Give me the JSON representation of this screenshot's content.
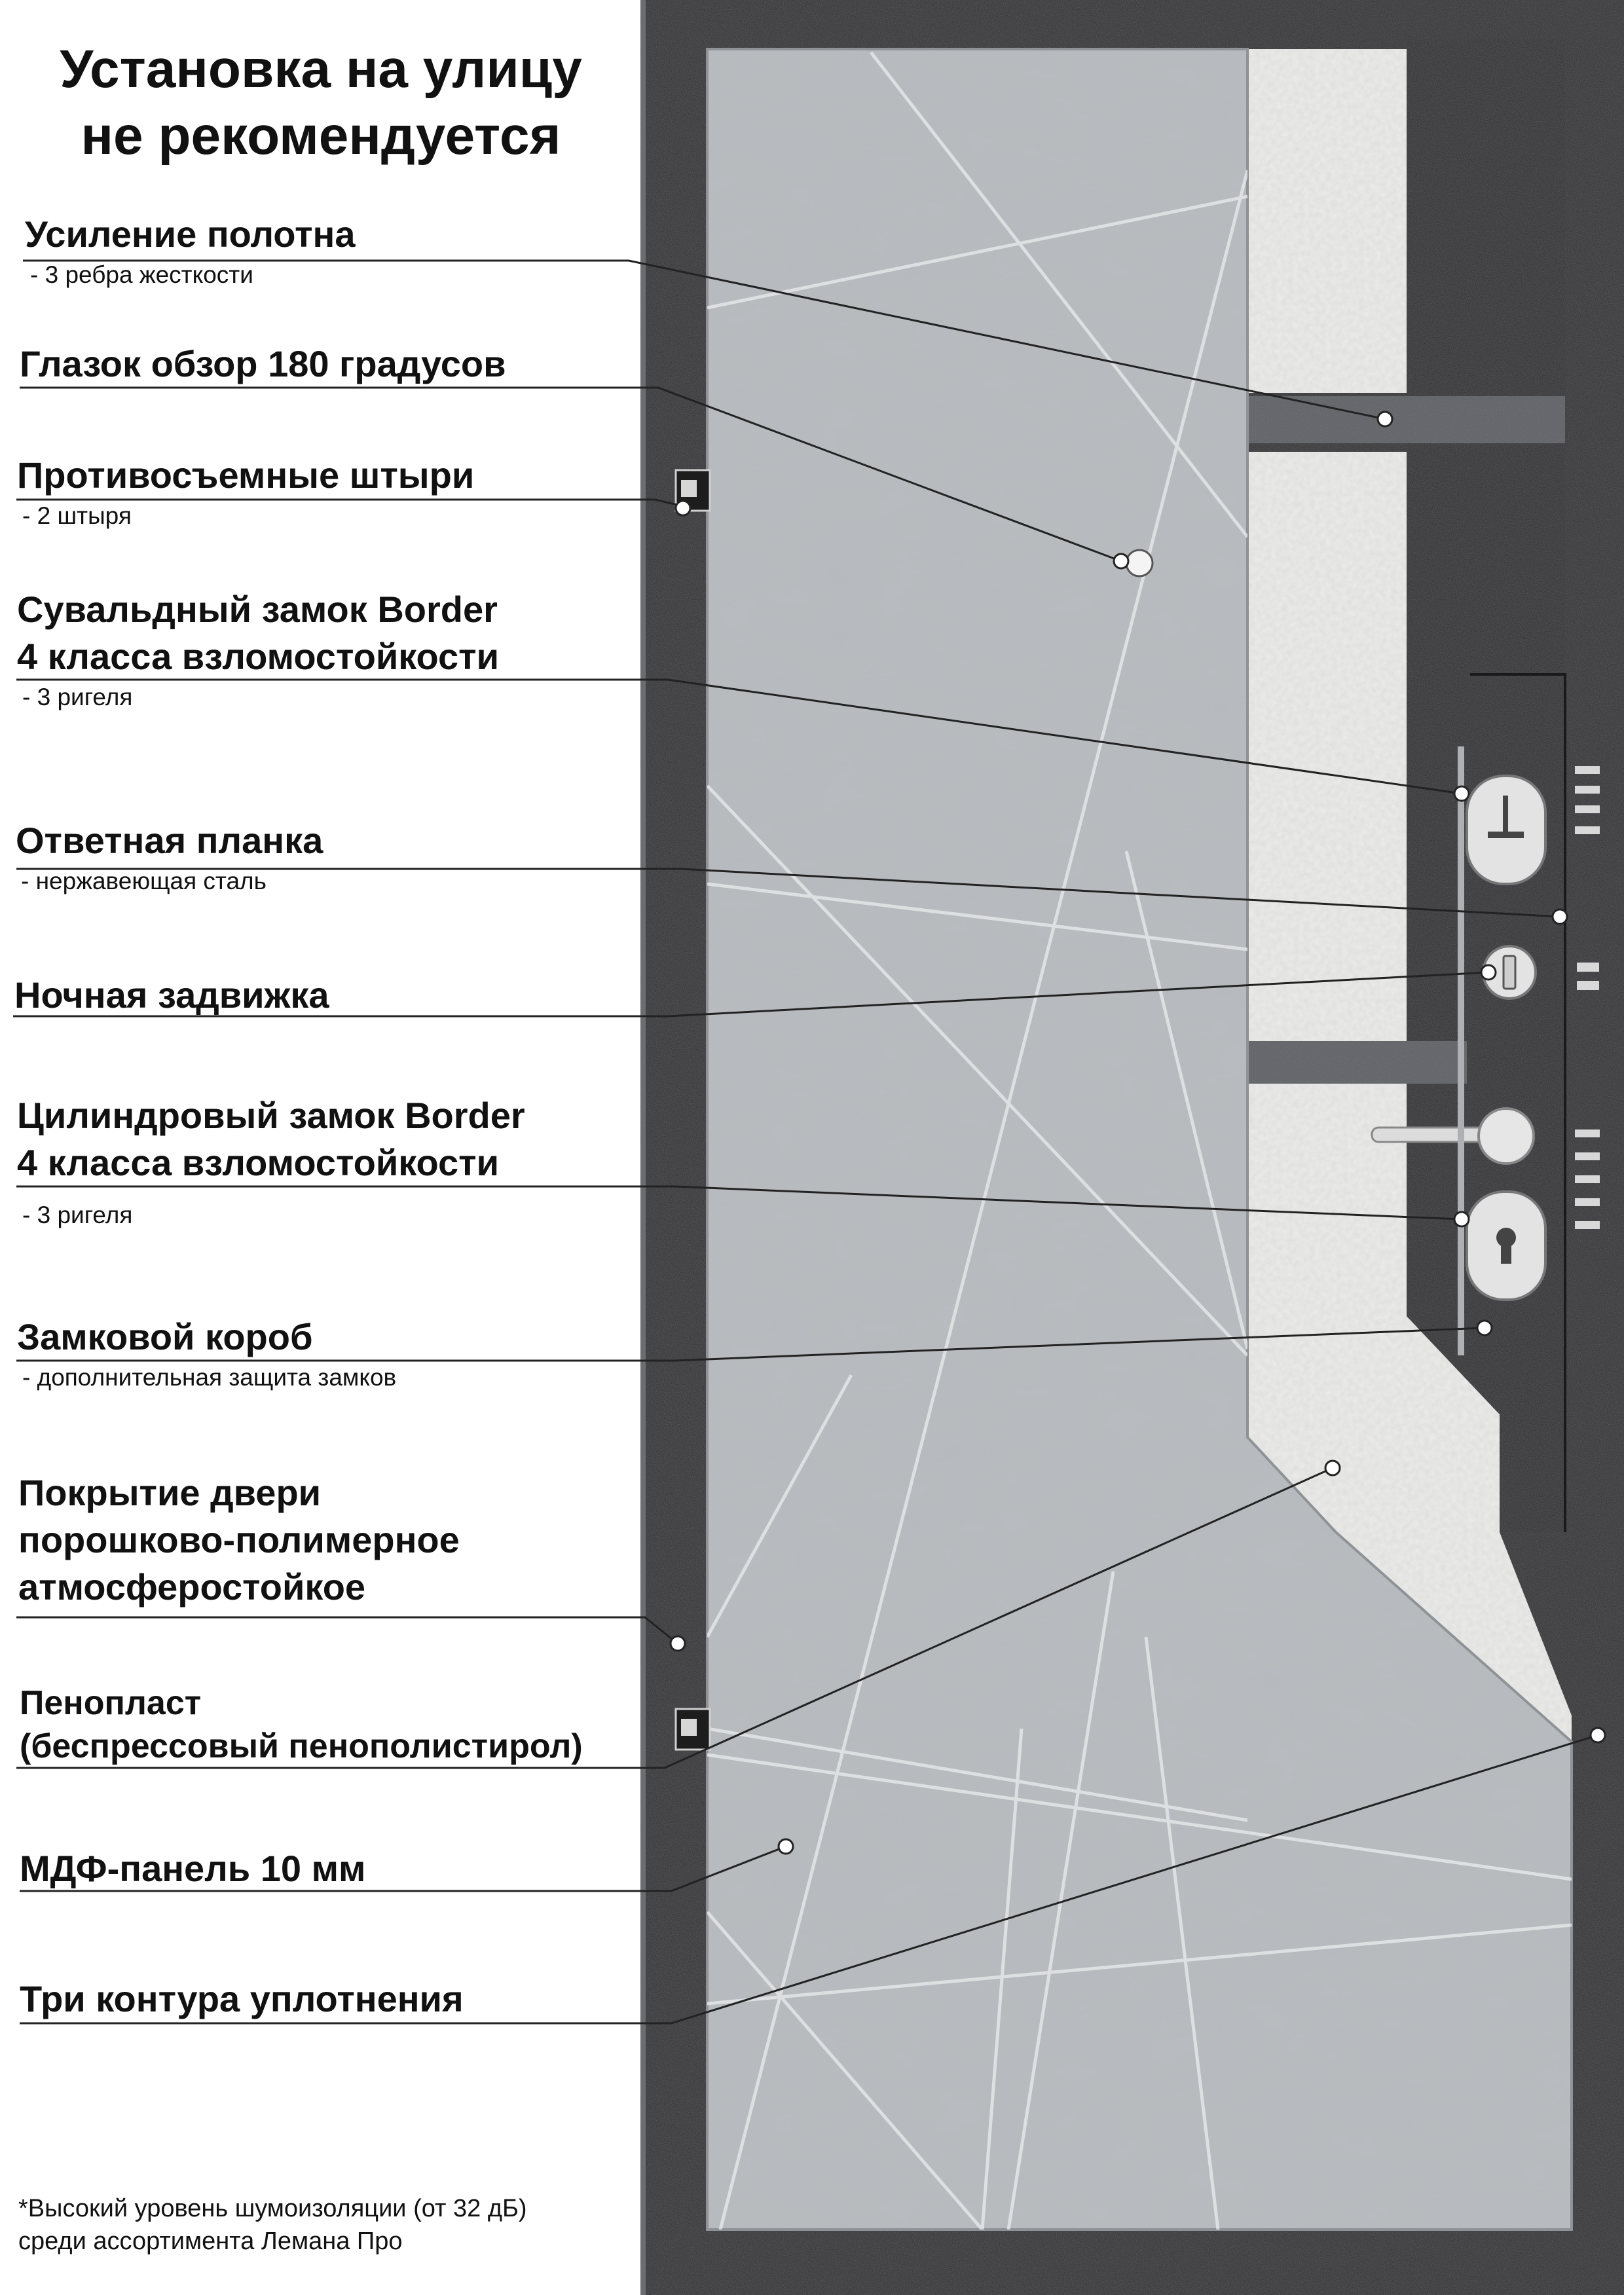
{
  "header": {
    "line1": "Установка на улицу",
    "line2": "не рекомендуется"
  },
  "callouts": [
    {
      "title": "Усиление полотна",
      "sub": "- 3 ребра жесткости"
    },
    {
      "title": "Глазок обзор 180 градусов",
      "sub": ""
    },
    {
      "title": "Противосъемные штыри",
      "sub": "- 2 штыря"
    },
    {
      "title": "Сувальдный замок Border\n4 класса взломостойкости",
      "sub": "- 3 ригеля"
    },
    {
      "title": "Ответная планка",
      "sub": "- нержавеющая сталь"
    },
    {
      "title": "Ночная задвижка",
      "sub": ""
    },
    {
      "title": "Цилиндровый замок Border\n4 класса взломостойкости",
      "sub": "- 3 ригеля"
    },
    {
      "title": "Замковой короб",
      "sub": "- дополнительная защита замков"
    },
    {
      "title": "Покрытие двери\nпорошково-полимерное\nатмосферостойкое",
      "sub": ""
    },
    {
      "title": "Пенопласт\n(беспрессовый пенополистирол)",
      "sub": ""
    },
    {
      "title": "МДФ-панель 10 мм",
      "sub": ""
    },
    {
      "title": "Три контура уплотнения",
      "sub": ""
    }
  ],
  "footnote": {
    "line1": "*Высокий уровень шумоизоляции (от 32 дБ)",
    "line2": "среди ассортимента Лемана Про"
  },
  "colors": {
    "frame": "#2c2c2e",
    "mdf_panel": "#b9bcbf",
    "white_insert": "#ececea",
    "steel_bar": "#5a5c60",
    "leader_line": "#222222",
    "text": "#111111"
  }
}
